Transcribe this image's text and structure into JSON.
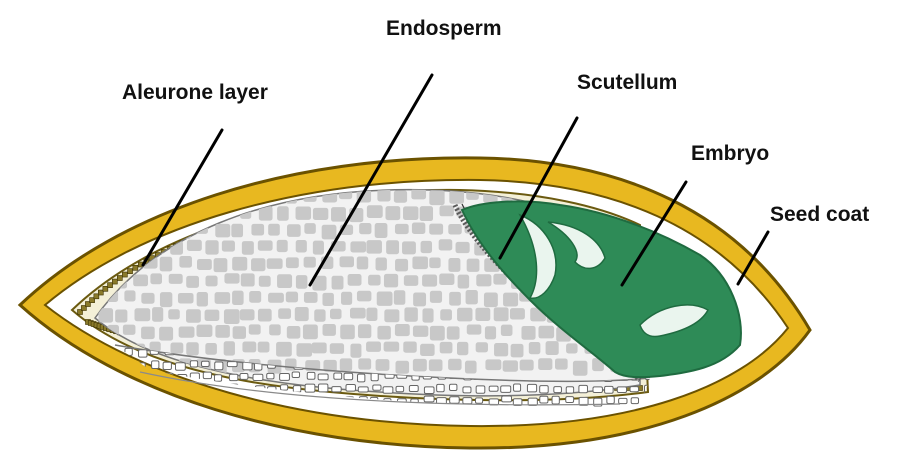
{
  "labels": {
    "aleurone": "Aleurone layer",
    "endosperm": "Endosperm",
    "scutellum": "Scutellum",
    "embryo": "Embryo",
    "seed_coat": "Seed coat"
  },
  "colors": {
    "seed_coat": "#E8B820",
    "seed_coat_outline": "#6b5200",
    "aleurone_cell": "#8a7a2a",
    "endosperm_cell": "#c8c8c8",
    "embryo": "#2e8b57",
    "embryo_dark": "#1f6b40",
    "background": "#ffffff"
  }
}
